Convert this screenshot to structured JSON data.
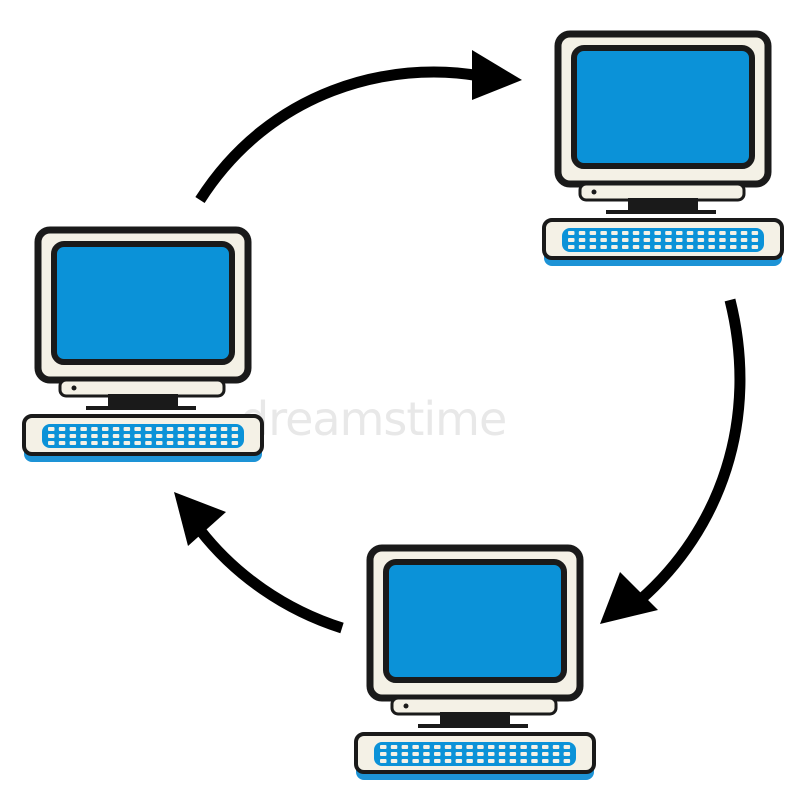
{
  "diagram": {
    "type": "cycle",
    "nodes": [
      {
        "id": "computer-top-right",
        "icon": "desktop-computer-icon"
      },
      {
        "id": "computer-bottom",
        "icon": "desktop-computer-icon"
      },
      {
        "id": "computer-left",
        "icon": "desktop-computer-icon"
      }
    ],
    "edges": [
      {
        "from": "computer-left",
        "to": "computer-top-right"
      },
      {
        "from": "computer-top-right",
        "to": "computer-bottom"
      },
      {
        "from": "computer-bottom",
        "to": "computer-left"
      }
    ]
  },
  "watermark": {
    "text": "dreamstime",
    "logo": "dreamstime-logo"
  },
  "colors": {
    "screen": "#0b92d8",
    "casing": "#f4f1e6",
    "outline": "#1a1a1a",
    "keyboard_shadow": "#1d93d6",
    "arrow": "#000000"
  }
}
